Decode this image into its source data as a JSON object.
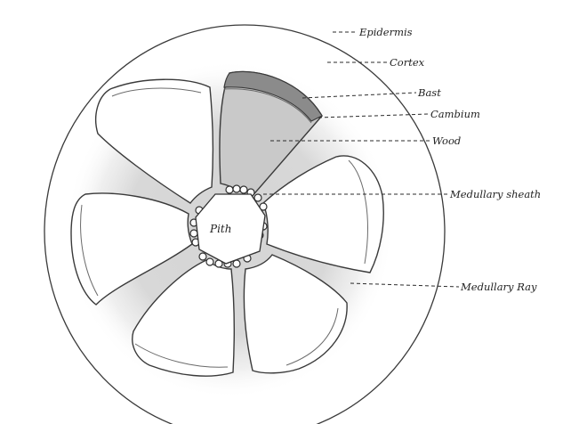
{
  "diagram": {
    "colors": {
      "background": "#ffffff",
      "halo": "#d9d9d9",
      "bast": "#8a8a8a",
      "wood": "#c8c8c8",
      "line": "#3a3a3a"
    },
    "labels": {
      "epidermis": "Epidermis",
      "cortex": "Cortex",
      "bast": "Bast",
      "cambium": "Cambium",
      "wood": "Wood",
      "medullary_sheath": "Medullary sheath",
      "medullary_ray": "Medullary Ray",
      "pith": "Pith"
    }
  }
}
